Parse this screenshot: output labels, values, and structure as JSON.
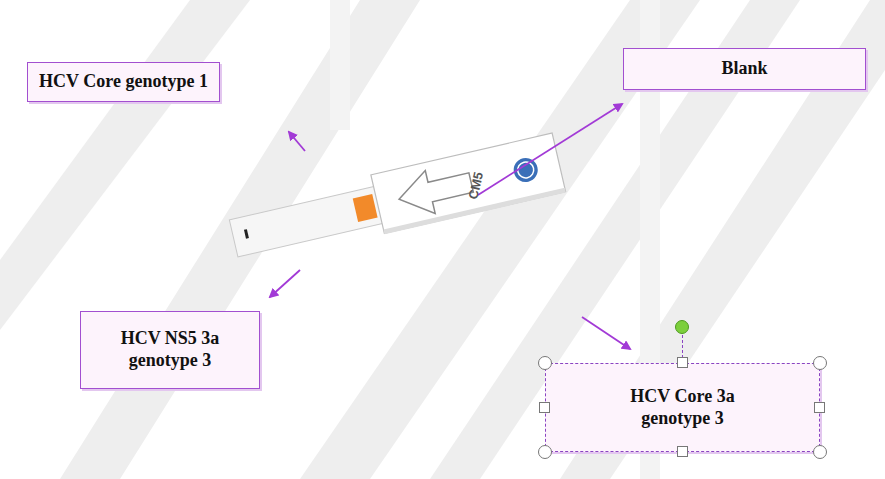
{
  "diagram": {
    "nodes": [
      {
        "text": [
          "HCV Core genotype 1"
        ]
      },
      {
        "text": [
          "Blank"
        ]
      },
      {
        "text": [
          "HCV NS5 3a genotype 3"
        ]
      },
      {
        "text": [
          "HCV Core 3a genotype 3"
        ]
      }
    ],
    "labels": [
      "CM5"
    ]
  }
}
